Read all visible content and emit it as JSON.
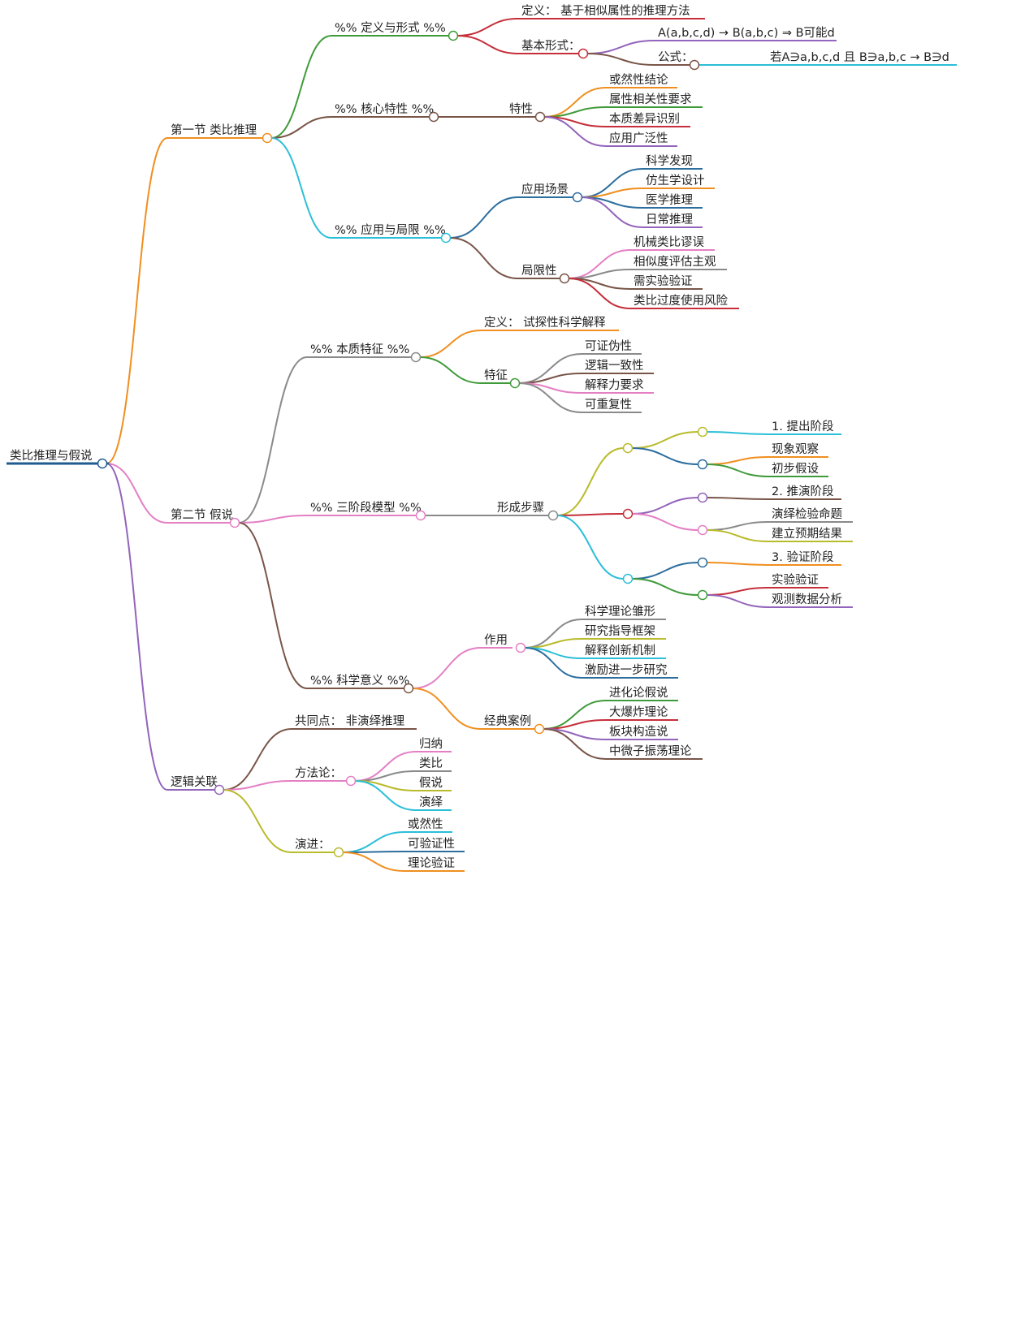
{
  "palette": {
    "green": "#3f9b3a",
    "brown": "#795548",
    "cyan": "#2bbfd8",
    "red": "#c62f3a",
    "purple": "#9364bb",
    "orange": "#f08f1f",
    "blue": "#2c6e9e",
    "pink": "#e47fc4",
    "gray": "#8a8a8a",
    "olive": "#b9bb2c",
    "root": "#1f5b8f"
  },
  "mindmap": {
    "root": {
      "label": "类比推理与假说"
    },
    "sections": {
      "s1": {
        "label": "第一节 类比推理",
        "definition": {
          "label": "%% 定义与形式 %%",
          "def": "定义：  基于相似属性的推理方法",
          "basic_form": {
            "label": "基本形式：",
            "expr": "A(a,b,c,d) → B(a,b,c) ⇒ B可能d",
            "formula_label": "公式：",
            "formula": "若A∋a,b,c,d 且 B∋a,b,c → B∋d"
          }
        },
        "core": {
          "label": "%% 核心特性 %%",
          "traits_label": "特性",
          "traits": [
            "或然性结论",
            "属性相关性要求",
            "本质差异识别",
            "应用广泛性"
          ]
        },
        "apply": {
          "label": "%% 应用与局限 %%",
          "scenes_label": "应用场景",
          "scenes": [
            "科学发现",
            "仿生学设计",
            "医学推理",
            "日常推理"
          ],
          "limits_label": "局限性",
          "limits": [
            "机械类比谬误",
            "相似度评估主观",
            "需实验验证",
            "类比过度使用风险"
          ]
        }
      },
      "s2": {
        "label": "第二节 假说",
        "essence": {
          "label": "%% 本质特征 %%",
          "def": "定义：  试探性科学解释",
          "features_label": "特征",
          "features": [
            "可证伪性",
            "逻辑一致性",
            "解释力要求",
            "可重复性"
          ]
        },
        "model": {
          "label": "%% 三阶段模型 %%",
          "steps_label": "形成步骤",
          "stage1": {
            "title": "1. 提出阶段",
            "items": [
              "现象观察",
              "初步假设"
            ]
          },
          "stage2": {
            "title": "2. 推演阶段",
            "items": [
              "演绎检验命题",
              "建立预期结果"
            ]
          },
          "stage3": {
            "title": "3. 验证阶段",
            "items": [
              "实验验证",
              "观测数据分析"
            ]
          }
        },
        "significance": {
          "label": "%% 科学意义 %%",
          "roles_label": "作用",
          "roles": [
            "科学理论雏形",
            "研究指导框架",
            "解释创新机制",
            "激励进一步研究"
          ],
          "cases_label": "经典案例",
          "cases": [
            "进化论假说",
            "大爆炸理论",
            "板块构造说",
            "中微子振荡理论"
          ]
        }
      },
      "s3": {
        "label": "逻辑关联",
        "common": "共同点：  非演绎推理",
        "methods_label": "方法论：",
        "methods": [
          "归纳",
          "类比",
          "假说",
          "演绎"
        ],
        "evolution_label": "演进：",
        "evolution": [
          "或然性",
          "可验证性",
          "理论验证"
        ]
      }
    }
  }
}
